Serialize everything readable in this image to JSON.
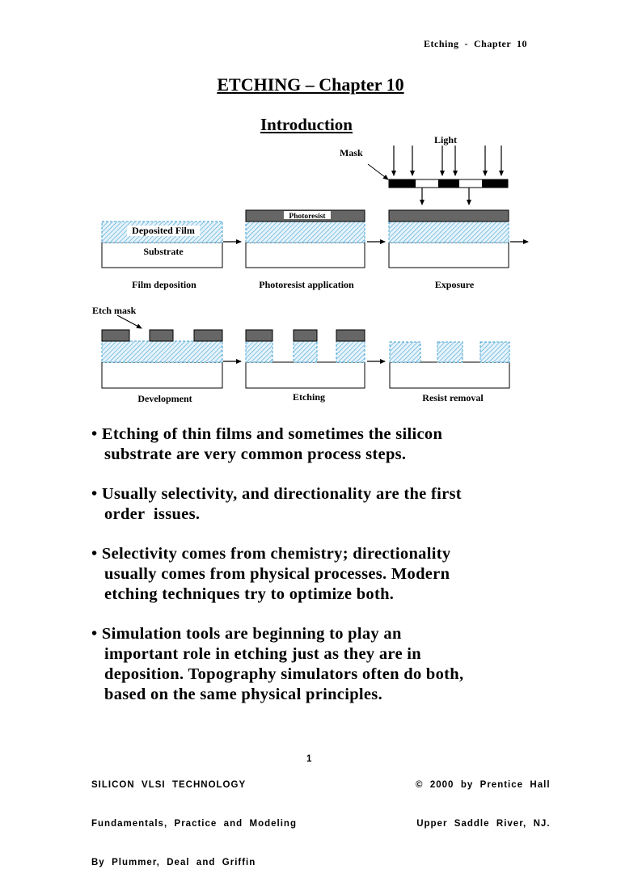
{
  "header": {
    "running_title": "Etching  -  Chapter  10"
  },
  "title": "ETCHING – Chapter 10",
  "subtitle": "Introduction",
  "figure": {
    "labels": {
      "light": "Light",
      "mask": "Mask",
      "photoresist": "Photoresist",
      "deposited_film": "Deposited Film",
      "substrate": "Substrate",
      "etch_mask": "Etch mask"
    },
    "steps": [
      "Film deposition",
      "Photoresist application",
      "Exposure",
      "Development",
      "Etching",
      "Resist removal"
    ]
  },
  "bullets": [
    [
      "• Etching of thin films and sometimes the silicon",
      "substrate are very common process steps."
    ],
    [
      "• Usually selectivity, and directionality are the first",
      "order  issues."
    ],
    [
      "• Selectivity comes from chemistry; directionality",
      "usually comes from physical processes. Modern",
      "etching techniques try to optimize both."
    ],
    [
      "• Simulation tools are beginning to play an",
      "important role in etching just as they are in",
      "deposition. Topography simulators often do both,",
      "based on the same physical principles."
    ]
  ],
  "footer": {
    "left": [
      "SILICON  VLSI  TECHNOLOGY",
      "Fundamentals,  Practice  and  Modeling",
      "By  Plummer,  Deal  and  Griffin"
    ],
    "page_number": "1",
    "right": [
      "©  2000  by  Prentice  Hall",
      "Upper  Saddle  River,  NJ."
    ]
  }
}
